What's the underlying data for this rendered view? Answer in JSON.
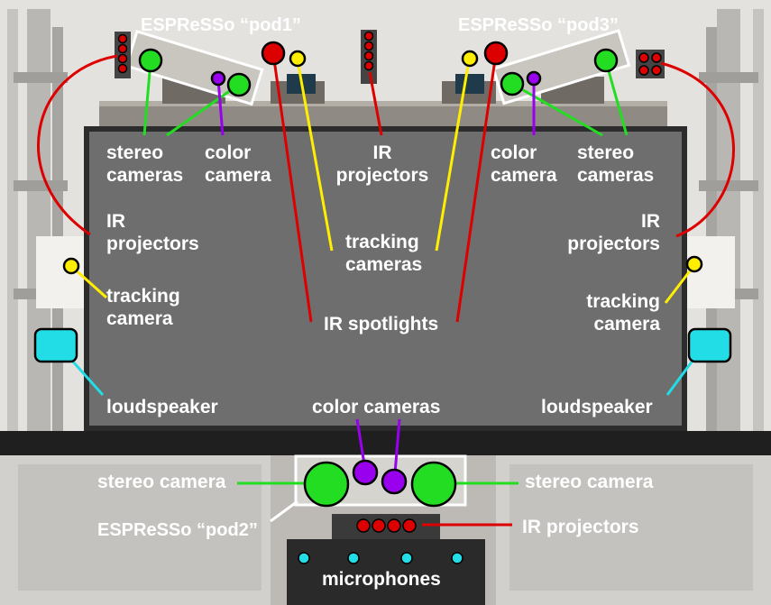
{
  "pods": {
    "pod1": "ESPReSSo “pod1”",
    "pod2": "ESPReSSo “pod2”",
    "pod3": "ESPReSSo “pod3”"
  },
  "labels": {
    "stereo_cameras_left": "stereo\ncameras",
    "color_camera_left": "color\ncamera",
    "ir_projectors_top": "IR\nprojectors",
    "color_camera_right": "color\ncamera",
    "stereo_cameras_right": "stereo\ncameras",
    "ir_projectors_left": "IR\nprojectors",
    "ir_projectors_right": "IR\nprojectors",
    "tracking_cameras_center": "tracking\ncameras",
    "tracking_camera_left": "tracking\ncamera",
    "tracking_camera_right": "tracking\ncamera",
    "ir_spotlights": "IR spotlights",
    "loudspeaker_left": "loudspeaker",
    "loudspeaker_right": "loudspeaker",
    "color_cameras_bottom": "color cameras",
    "stereo_camera_bottom_left": "stereo camera",
    "stereo_camera_bottom_right": "stereo camera",
    "ir_projectors_bottom": "IR projectors",
    "microphones": "microphones"
  },
  "colors": {
    "stereo_camera": "#22dd22",
    "color_camera": "#9900ee",
    "ir": "#dd0000",
    "tracking": "#ffee00",
    "speaker": "#22dde6",
    "screen": "#6e6e6e",
    "label_text": "#ffffff"
  }
}
